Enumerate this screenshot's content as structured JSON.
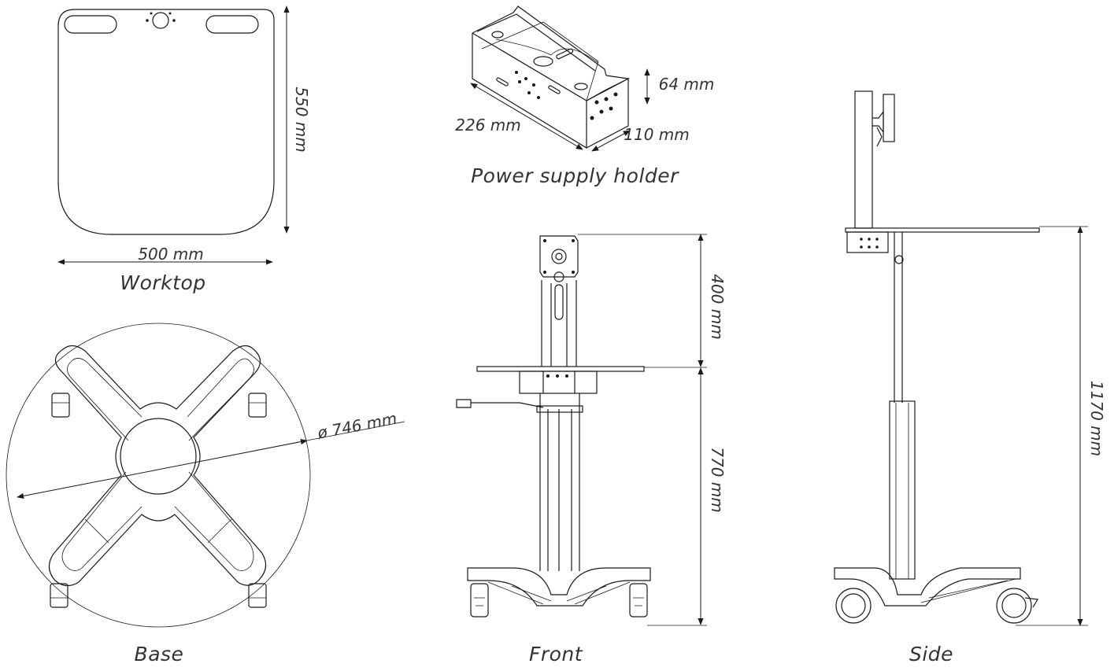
{
  "worktop": {
    "caption": "Worktop",
    "width_label": "500 mm",
    "depth_label": "550 mm"
  },
  "power_supply_holder": {
    "caption": "Power supply holder",
    "length_label": "226 mm",
    "width_label": "110 mm",
    "height_label": "64 mm"
  },
  "base": {
    "caption": "Base",
    "diameter_label": "ø 746 mm"
  },
  "front": {
    "caption": "Front",
    "upper_label": "400 mm",
    "lower_label": "770 mm"
  },
  "side": {
    "caption": "Side",
    "height_label": "1170 mm"
  },
  "colors": {
    "line": "#1a1a1a",
    "text": "#333333",
    "background": "#ffffff"
  }
}
